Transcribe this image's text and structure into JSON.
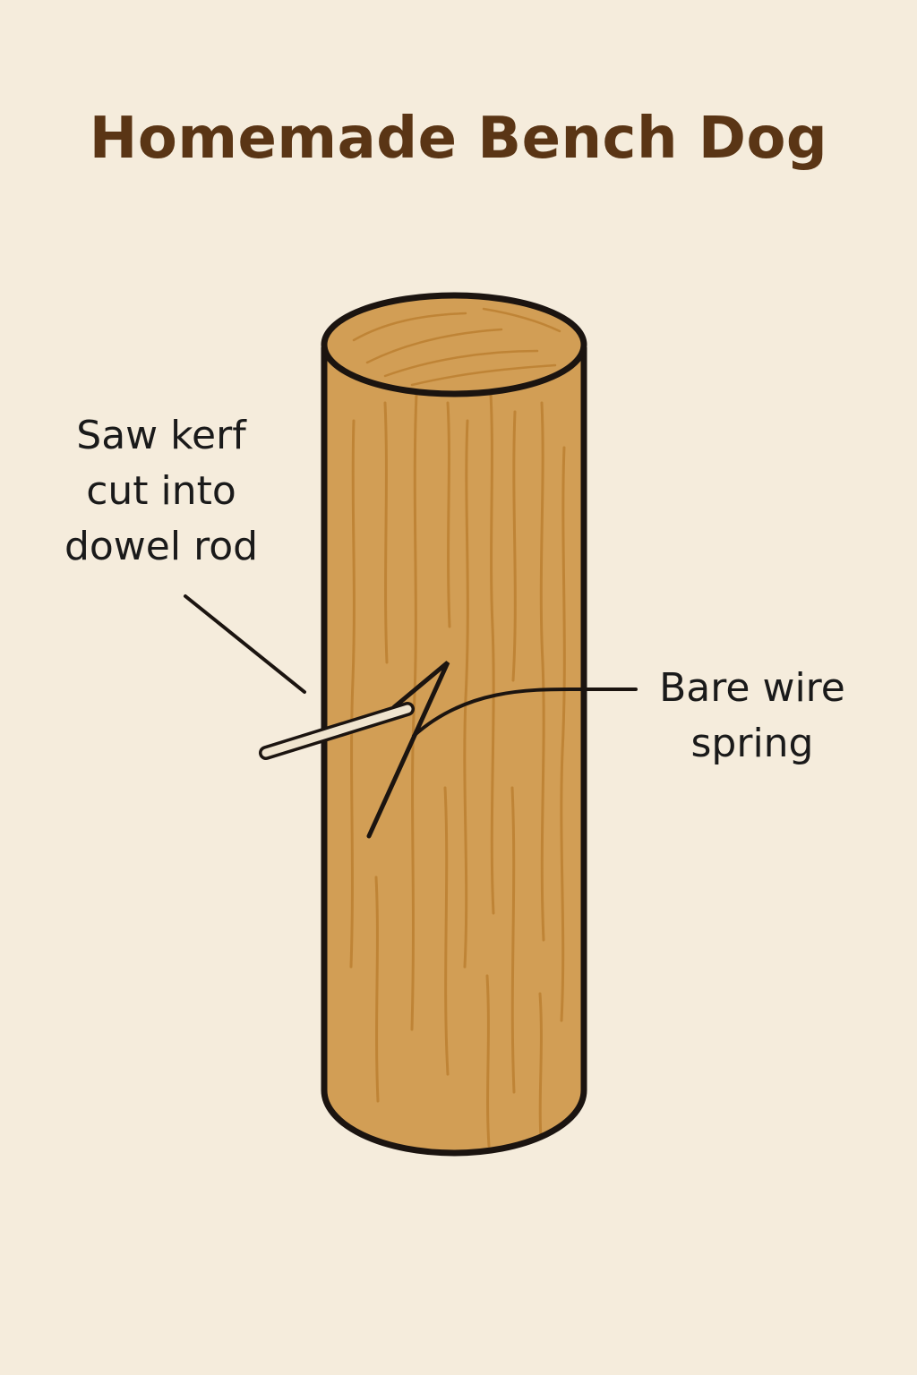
{
  "title": "Homemade Bench Dog",
  "labels": {
    "kerf": [
      "Saw kerf",
      "cut into",
      "dowel rod"
    ],
    "spring": [
      "Bare wire",
      "spring"
    ]
  },
  "colors": {
    "background": "#f5ecdc",
    "title": "#5a3515",
    "wood": "#d29e55",
    "wood_grain": "#bf8436",
    "outline": "#1b1410",
    "wire": "#efe4cf"
  }
}
